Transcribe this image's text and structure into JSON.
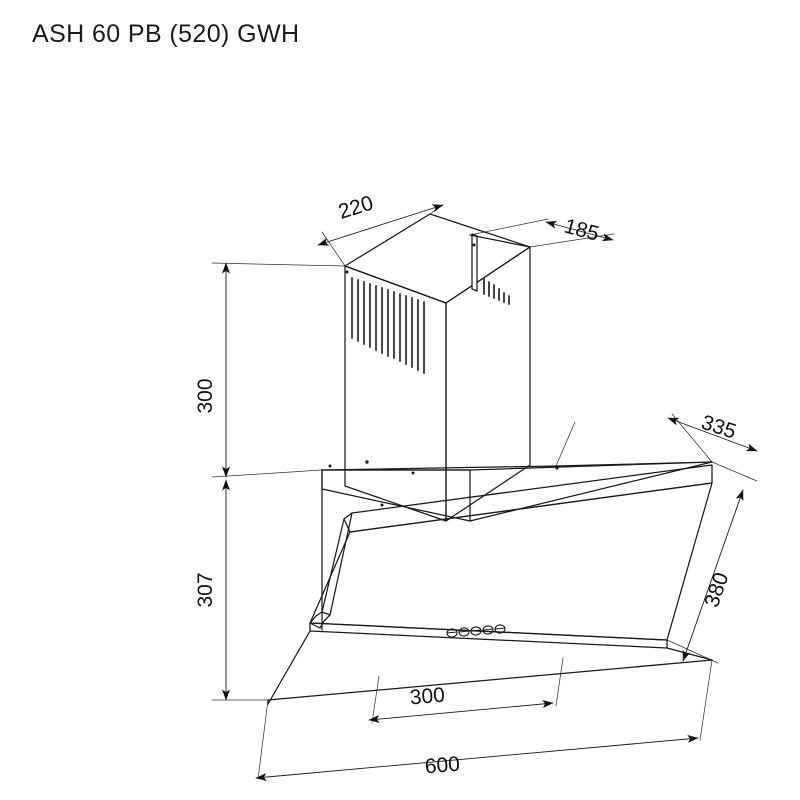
{
  "document": {
    "type": "technical-drawing",
    "subject": "kitchen-range-hood",
    "title": "ASH 60 PB (520) GWH",
    "background_color": "#ffffff",
    "line_color": "#1a1a1a",
    "text_color": "#111111",
    "units": "mm",
    "projection": "isometric"
  },
  "dimensions": {
    "chimney_depth": {
      "value": "220",
      "position": "top-left",
      "orientation": "angled",
      "describes": "chimney front-to-back top edge"
    },
    "chimney_width": {
      "value": "185",
      "position": "top-right",
      "orientation": "angled",
      "describes": "chimney side top edge"
    },
    "chimney_height": {
      "value": "300",
      "position": "left-upper",
      "orientation": "vertical",
      "describes": "chimney vertical height"
    },
    "body_height": {
      "value": "307",
      "position": "left-lower",
      "orientation": "vertical",
      "describes": "hood body vertical height"
    },
    "body_depth": {
      "value": "335",
      "position": "right-upper",
      "orientation": "angled",
      "describes": "hood body top depth"
    },
    "glass_panel_height": {
      "value": "380",
      "position": "right-lower",
      "orientation": "angled",
      "describes": "inclined glass panel face length"
    },
    "panel_inner_width": {
      "value": "300",
      "position": "bottom-inner",
      "orientation": "angled",
      "describes": "inner panel section width"
    },
    "overall_width": {
      "value": "600",
      "position": "bottom",
      "orientation": "angled",
      "describes": "overall hood width"
    }
  },
  "features": {
    "vent_slats": {
      "label": "ventilation-slats",
      "count": 13,
      "location": "chimney-left-face"
    },
    "rear_slats": {
      "label": "rear-ventilation-slats",
      "count": 6,
      "location": "chimney-rear-face"
    },
    "control_buttons": {
      "label": "control-panel-buttons",
      "count": 5,
      "location": "glass-panel-front"
    }
  }
}
